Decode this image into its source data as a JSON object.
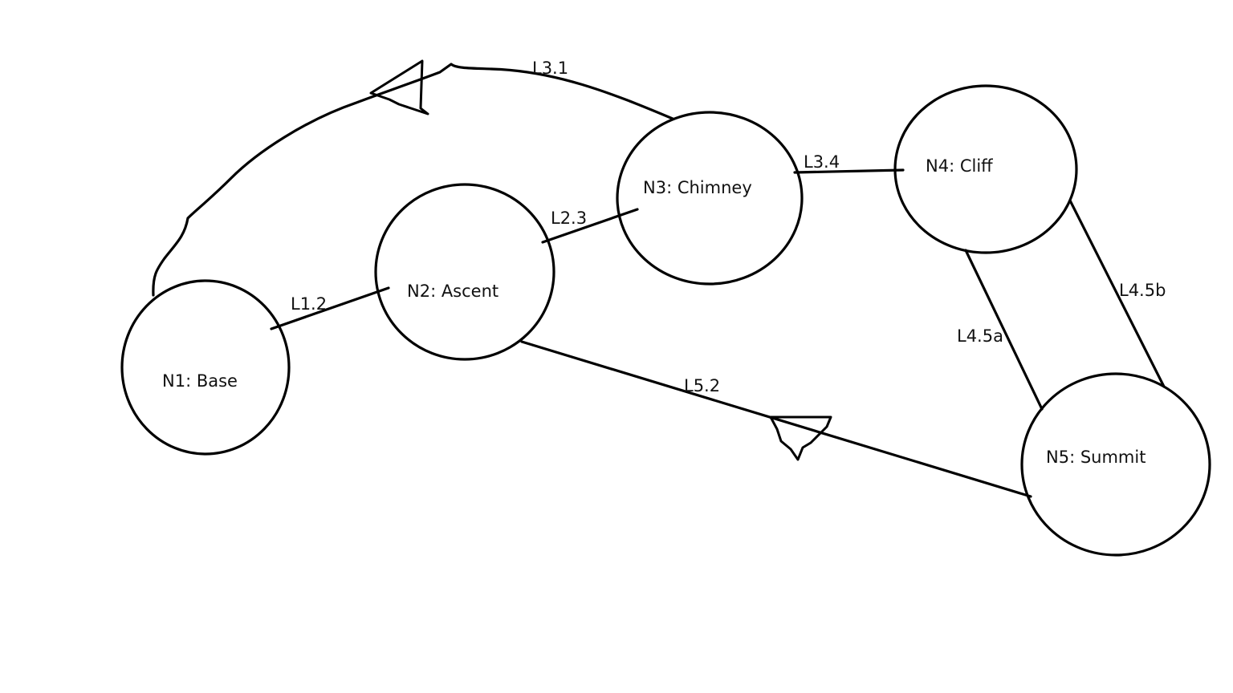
{
  "diagram": {
    "nodes": [
      {
        "id": "N1",
        "label": "N1: Base"
      },
      {
        "id": "N2",
        "label": "N2: Ascent"
      },
      {
        "id": "N3",
        "label": "N3: Chimney"
      },
      {
        "id": "N4",
        "label": "N4: Cliff"
      },
      {
        "id": "N5",
        "label": "N5: Summit"
      }
    ],
    "edges": [
      {
        "id": "L1.2",
        "label": "L1.2",
        "from": "N1",
        "to": "N2",
        "directed": false
      },
      {
        "id": "L2.3",
        "label": "L2.3",
        "from": "N2",
        "to": "N3",
        "directed": false
      },
      {
        "id": "L3.4",
        "label": "L3.4",
        "from": "N3",
        "to": "N4",
        "directed": false
      },
      {
        "id": "L3.1",
        "label": "L3.1",
        "from": "N3",
        "to": "N1",
        "directed": true
      },
      {
        "id": "L4.5a",
        "label": "L4.5a",
        "from": "N4",
        "to": "N5",
        "directed": false
      },
      {
        "id": "L4.5b",
        "label": "L4.5b",
        "from": "N4",
        "to": "N5",
        "directed": false
      },
      {
        "id": "L5.2",
        "label": "L5.2",
        "from": "N5",
        "to": "N2",
        "directed": true
      }
    ],
    "colors": {
      "stroke": "#000000",
      "text": "#111111",
      "background": "#ffffff"
    }
  }
}
